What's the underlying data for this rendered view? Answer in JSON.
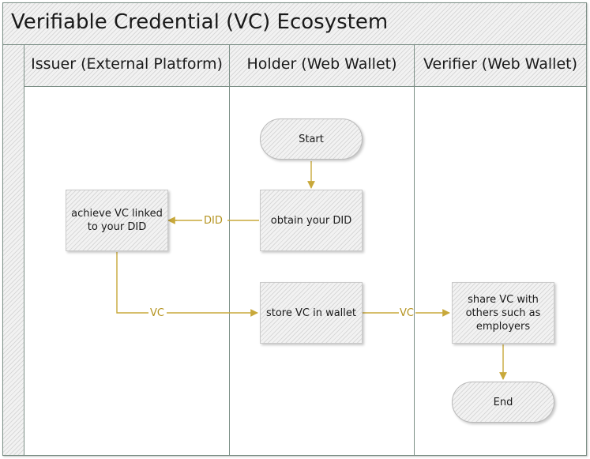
{
  "title": "Verifiable Credential (VC) Ecosystem",
  "colors": {
    "border": "#7c8f86",
    "connector": "#c8a83a",
    "connector_label": "#b49320"
  },
  "lanes": [
    {
      "label": "Issuer (External Platform)"
    },
    {
      "label": "Holder (Web Wallet)"
    },
    {
      "label": "Verifier (Web Wallet)"
    }
  ],
  "nodes": {
    "start": "Start",
    "obtain_did": "obtain your DID",
    "achieve_vc": "achieve VC linked to your DID",
    "store_vc": "store VC in wallet",
    "share_vc": "share VC with others such as employers",
    "end": "End"
  },
  "edges": {
    "did_label": "DID",
    "vc_label_1": "VC",
    "vc_label_2": "VC"
  }
}
